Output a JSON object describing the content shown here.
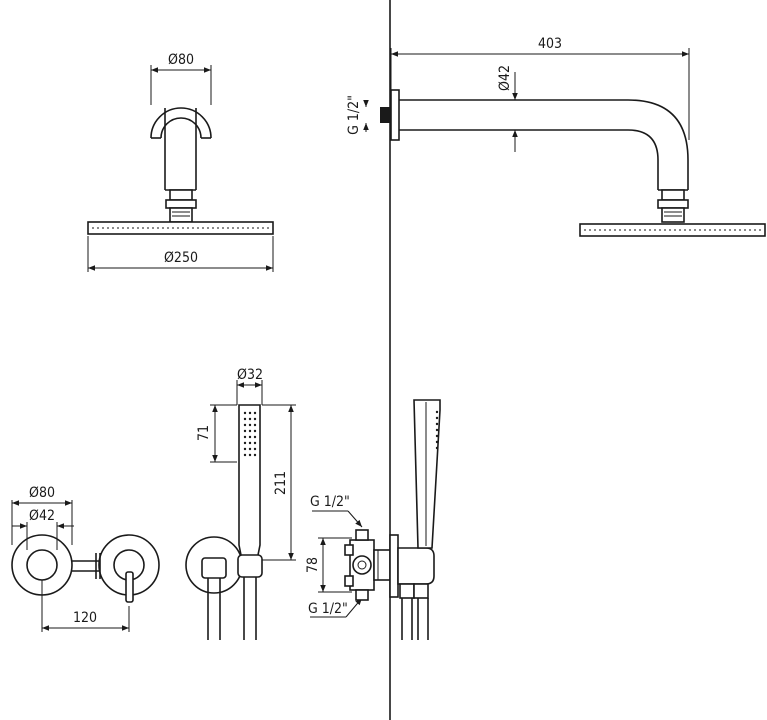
{
  "drawing": {
    "shower_head": {
      "arm_dia": "Ø80",
      "head_dia": "Ø250"
    },
    "side_view": {
      "length": "403",
      "pipe_dia": "Ø42",
      "thread": "G 1/2\""
    },
    "mixer": {
      "plate_dia": "Ø80",
      "inner_dia": "Ø42",
      "spacing": "120"
    },
    "hand_shower": {
      "handle_dia": "Ø32",
      "head_length": "71",
      "total_length": "211"
    },
    "valve": {
      "thread_top": "G 1/2\"",
      "height": "78",
      "thread_bottom": "G 1/2\""
    }
  },
  "colors": {
    "line": "#1a1a1a",
    "background": "#ffffff"
  }
}
